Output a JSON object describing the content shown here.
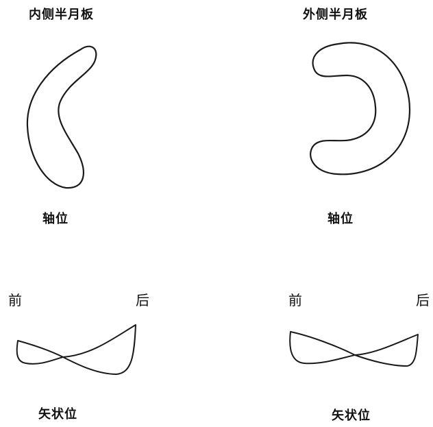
{
  "medial": {
    "title": "内侧半月板",
    "axial_label": "轴位",
    "sagittal_label": "矢状位",
    "front_label": "前",
    "back_label": "后"
  },
  "lateral": {
    "title": "外侧半月板",
    "axial_label": "轴位",
    "sagittal_label": "矢状位",
    "front_label": "前",
    "back_label": "后"
  },
  "colors": {
    "stroke": "#1a1a1a",
    "background": "#ffffff"
  }
}
